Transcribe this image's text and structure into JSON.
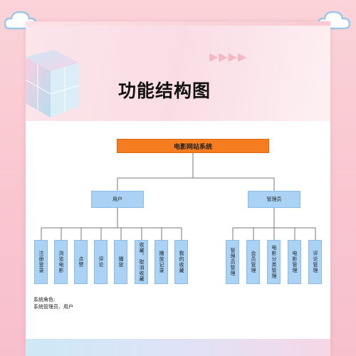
{
  "title": "功能结构图",
  "root": "电影网站系统",
  "branches": [
    {
      "label": "用户",
      "children": [
        "注册登录",
        "浏览电影",
        "点赞",
        "评论",
        "播放",
        "收藏，取消收藏",
        "播放记录",
        "我的收藏"
      ]
    },
    {
      "label": "管理员",
      "children": [
        "管理员管理",
        "会员管理",
        "电影分类管理",
        "电影管理",
        "评论管理"
      ]
    }
  ],
  "roles": {
    "heading": "系统角色:",
    "text": "系统管理员、用户"
  },
  "colors": {
    "root_fill": "#f57c1f",
    "node_fill": "#a9d2f5",
    "line": "#777777",
    "background": "#f9c6d0"
  }
}
